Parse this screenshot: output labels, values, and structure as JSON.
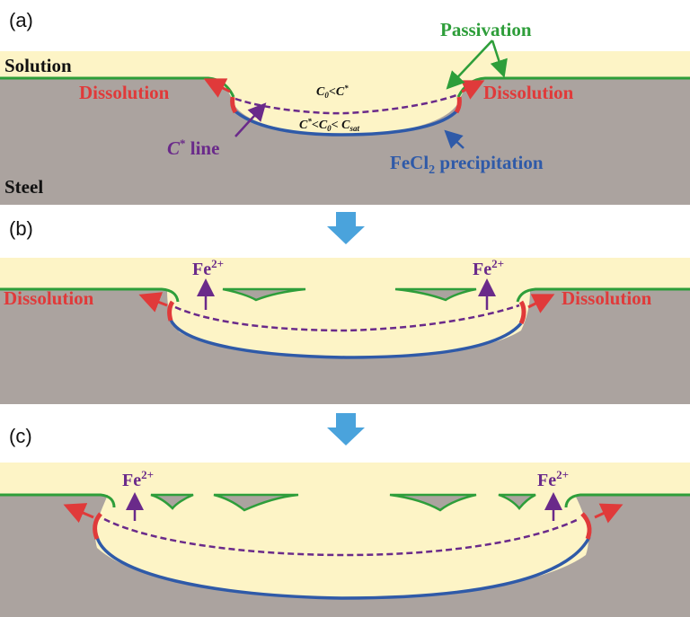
{
  "panels": {
    "a": {
      "id": "(a)"
    },
    "b": {
      "id": "(b)"
    },
    "c": {
      "id": "(c)"
    }
  },
  "labels": {
    "solution": "Solution",
    "steel": "Steel",
    "passivation": "Passivation",
    "dissolution": "Dissolution",
    "c_star": "C",
    "c_star_sup": "*",
    "c_star_line": " line",
    "fecl": "FeCl",
    "fecl_sub": "2",
    "fecl_rest": " precipitation",
    "c0": "C",
    "c0_sub": "0",
    "lt": "<",
    "fe": "Fe",
    "fe_sup": "2+"
  },
  "colors": {
    "solution": "#fdf4c6",
    "steel": "#aba39f",
    "passive_film": "#2e9e3a",
    "dissolution": "#e03a3a",
    "precipitation": "#2f5aa8",
    "c_star_line": "#6a2a8a",
    "step_arrow": "#4aa3dc"
  }
}
